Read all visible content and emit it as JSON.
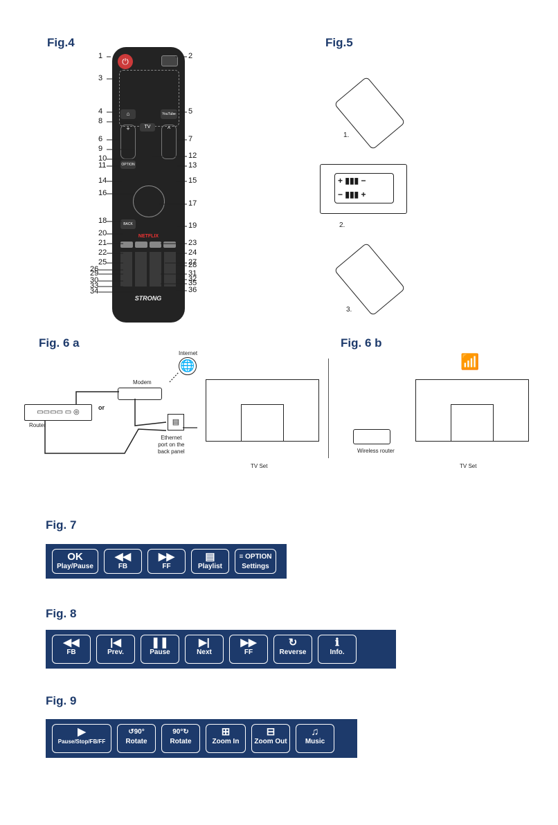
{
  "fig4": {
    "title": "Fig.4",
    "numbers": [
      "1",
      "2",
      "3",
      "4",
      "5",
      "6",
      "7",
      "8",
      "9",
      "10",
      "11",
      "12",
      "13",
      "14",
      "15",
      "16",
      "17",
      "18",
      "19",
      "20",
      "21",
      "22",
      "23",
      "24",
      "25",
      "26",
      "27",
      "28",
      "29",
      "30",
      "31",
      "32",
      "33",
      "34",
      "35",
      "36"
    ],
    "remote": {
      "tv": "TV",
      "option": "OPTION",
      "back": "BACK",
      "netflix": "NETFLIX",
      "youtube": "YouTube",
      "brand": "STRONG",
      "plus": "+",
      "minus": "−"
    }
  },
  "fig5": {
    "title": "Fig.5",
    "steps": [
      "1.",
      "2.",
      "3."
    ]
  },
  "fig6a": {
    "title": "Fig. 6 a",
    "internet": "Internet",
    "modem": "Modem",
    "or": "or",
    "router": "Router",
    "ethernet": "Ethernet\nport on the\nback panel",
    "tvset": "TV Set"
  },
  "fig6b": {
    "title": "Fig. 6 b",
    "wireless_router": "Wireless router",
    "tvset": "TV Set"
  },
  "fig7": {
    "title": "Fig. 7",
    "buttons": [
      {
        "glyph": "OK",
        "label": "Play/Pause",
        "icon": "ok-icon"
      },
      {
        "glyph": "◀◀",
        "label": "FB",
        "icon": "rewind-icon"
      },
      {
        "glyph": "▶▶",
        "label": "FF",
        "icon": "fast-forward-icon"
      },
      {
        "glyph": "▤",
        "label": "Playlist",
        "icon": "playlist-icon"
      },
      {
        "glyph": "≡ OPTION",
        "label": "Settings",
        "icon": "option-icon"
      }
    ]
  },
  "fig8": {
    "title": "Fig. 8",
    "buttons": [
      {
        "glyph": "◀◀",
        "label": "FB",
        "icon": "rewind-icon"
      },
      {
        "glyph": "|◀",
        "label": "Prev.",
        "icon": "previous-icon"
      },
      {
        "glyph": "❚❚",
        "label": "Pause",
        "icon": "pause-icon"
      },
      {
        "glyph": "▶|",
        "label": "Next",
        "icon": "next-icon"
      },
      {
        "glyph": "▶▶",
        "label": "FF",
        "icon": "fast-forward-icon"
      },
      {
        "glyph": "↻",
        "label": "Reverse",
        "icon": "reverse-icon"
      },
      {
        "glyph": "ℹ",
        "label": "Info.",
        "icon": "info-icon"
      }
    ]
  },
  "fig9": {
    "title": "Fig. 9",
    "buttons": [
      {
        "glyph": "▶",
        "label": "Pause/Stop/FB/FF",
        "icon": "play-icon"
      },
      {
        "glyph": "↺90°",
        "label": "Rotate",
        "icon": "rotate-left-icon"
      },
      {
        "glyph": "90°↻",
        "label": "Rotate",
        "icon": "rotate-right-icon"
      },
      {
        "glyph": "⊞",
        "label": "Zoom In",
        "icon": "zoom-in-icon"
      },
      {
        "glyph": "⊟",
        "label": "Zoom Out",
        "icon": "zoom-out-icon"
      },
      {
        "glyph": "♫",
        "label": "Music",
        "icon": "music-icon"
      }
    ]
  }
}
